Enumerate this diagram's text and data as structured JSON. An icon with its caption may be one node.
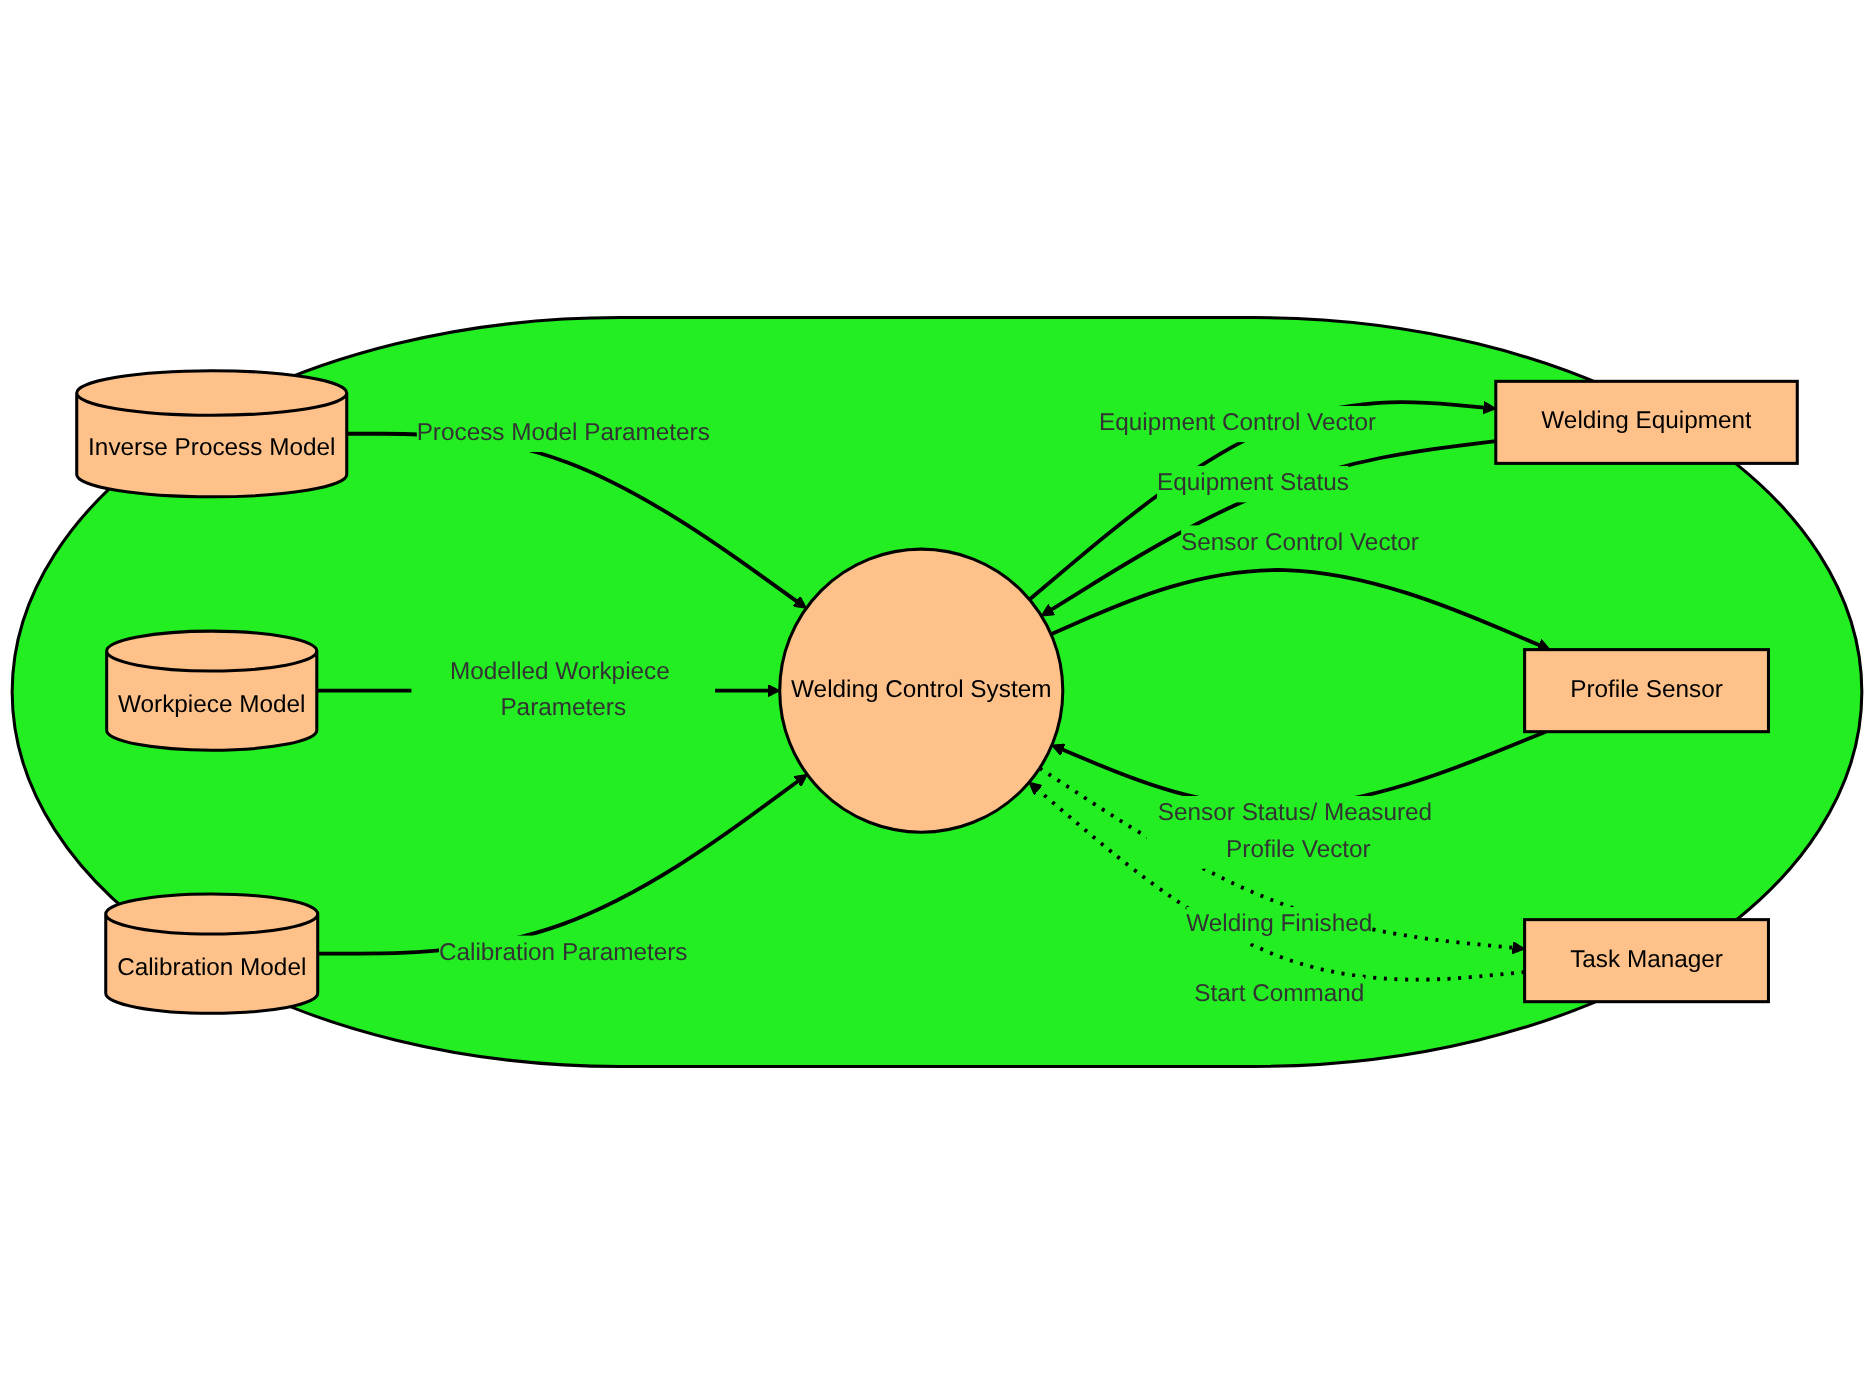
{
  "diagram": {
    "nodes": [
      {
        "text": [],
        "shape": "ellipse"
      },
      {
        "text": [
          "Inverse Process Model"
        ],
        "in": 0
      },
      {
        "text": [
          "Workpiece Model"
        ],
        "in": 0
      },
      {
        "text": [
          "Calibration Model"
        ],
        "in": 0
      },
      {
        "text": [
          "Welding Control System"
        ],
        "in": 0
      },
      {
        "text": [
          "Welding Equipment"
        ],
        "in": 0
      },
      {
        "text": [
          "Profile Sensor"
        ],
        "in": 0
      },
      {
        "text": [
          "Task Manager"
        ],
        "in": 0
      }
    ],
    "edges": [
      {
        "from": 1,
        "to": 4,
        "arrow": "to",
        "label": "Process Model Parameters"
      },
      {
        "from": 2,
        "to": 4,
        "arrow": "to",
        "label": "Modelled Workpiece Parameters"
      },
      {
        "from": 3,
        "to": 4,
        "arrow": "to",
        "label": "Calibration Parameters"
      },
      {
        "from": 5,
        "to": 4,
        "arrow": "to",
        "label": "Equipment Status"
      },
      {
        "from": 4,
        "to": 5,
        "arrow": "to",
        "label": "Equipment Control Vector"
      },
      {
        "from": 4,
        "to": 6,
        "arrow": "to",
        "label": "Sensor Control Vector"
      },
      {
        "from": 6,
        "to": 4,
        "arrow": "to",
        "label": "Sensor Status/ Measured Profile Vector"
      },
      {
        "from": 7,
        "to": 4,
        "arrow": "to",
        "label": "Start Command",
        "style": "dashed"
      },
      {
        "from": 4,
        "to": 7,
        "arrow": "to",
        "label": "Welding Finished",
        "style": "dashed"
      }
    ]
  }
}
